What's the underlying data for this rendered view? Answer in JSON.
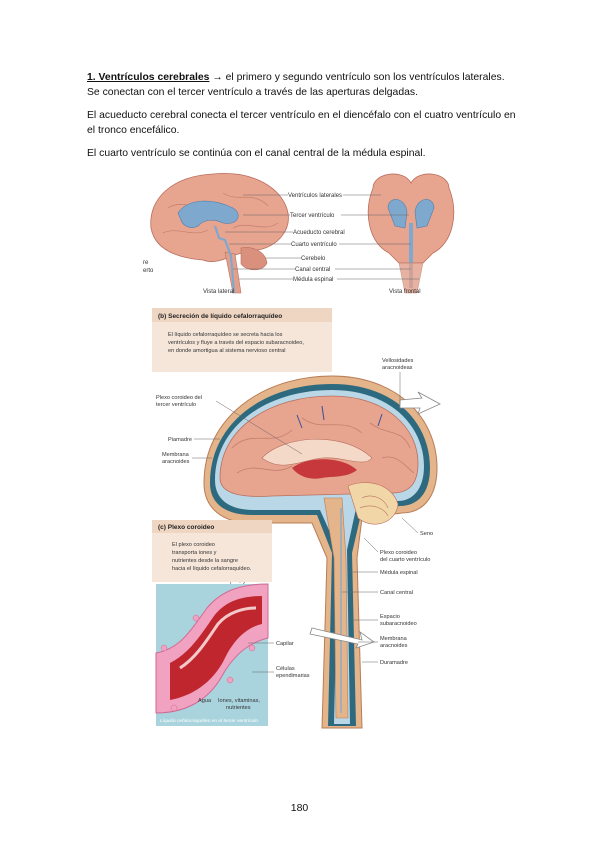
{
  "paragraphs": {
    "p1_title": "1. Ventrículos cerebrales",
    "p1_arrow": "→",
    "p1_text": " el primero y segundo ventrículo son los ventrículos laterales. Se conectan con el tercer ventrículo a través de las aperturas delgadas.",
    "p2": "El acueducto cerebral conecta el tercer ventrículo en el diencéfalo con el cuatro ventrículo en el tronco encefálico.",
    "p3": "El cuarto ventrículo se continúa con el canal central de la médula espinal."
  },
  "figure_top": {
    "labels": [
      "Ventrículos laterales",
      "Tercer ventrículo",
      "Acueducto cerebral",
      "Cuarto ventrículo",
      "Cerebelo",
      "Canal central",
      "Médula espinal"
    ],
    "left_cut_1": "re",
    "left_cut_2": "erto",
    "caption_lateral": "Vista lateral",
    "caption_frontal": "Vista frontal"
  },
  "figure_b": {
    "heading": "(b) Secreción de líquido cefalorraquídeo",
    "desc": [
      "El líquido cefalorraquídeo se secreta hacia los",
      "ventrículos y fluye a través del espacio subaracnoideo,",
      "en donde amortigua al sistema nervioso central"
    ],
    "labels": {
      "vellosidades": [
        "Vellosidades",
        "aracnoideas"
      ],
      "plexo_tercer": [
        "Plexo coroideo del",
        "tercer ventrículo"
      ],
      "piamadre": [
        "Piamadre"
      ],
      "membrana": [
        "Membrana",
        "aracnoides"
      ],
      "seno": [
        "Seno"
      ],
      "plexo_cuarto": [
        "Plexo coroideo",
        "del cuarto ventrículo"
      ],
      "medula": [
        "Médula espinal"
      ],
      "canal": [
        "Canal central"
      ],
      "espacio": [
        "Espacio",
        "subaracnoideo"
      ],
      "membrana2": [
        "Membrana",
        "aracnoides"
      ],
      "duramadre": [
        "Duramadre"
      ]
    }
  },
  "figure_c": {
    "heading": "(c) Plexo coroideo",
    "desc": [
      "El plexo coroideo",
      "transporta iones y",
      "nutrientes desde la sangre",
      "hacia el líquido cefalorraquídeo."
    ],
    "labels": {
      "capilar": [
        "Capilar"
      ],
      "celulas": [
        "Células",
        "ependimarias"
      ],
      "agua": [
        "Agua"
      ],
      "iones": [
        "Iones, vitaminas,",
        "nutrientes"
      ]
    },
    "footer": "Líquido cefalorraquídeo en el tercer ventrículo"
  },
  "page_number": "180",
  "colors": {
    "brain": "#e7a48f",
    "ventricle": "#7fa8cf",
    "csf": "#b9d7e6",
    "box": "#f6e6d9",
    "red": "#c0262e"
  }
}
